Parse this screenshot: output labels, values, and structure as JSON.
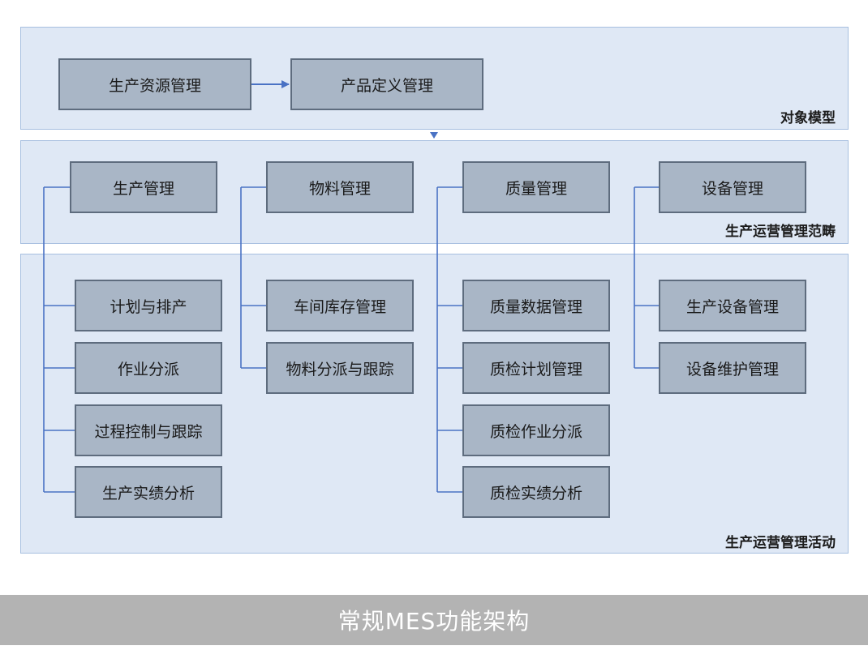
{
  "panels": {
    "object_model": {
      "label": "对象模型"
    },
    "scope": {
      "label": "生产运营管理范畴"
    },
    "activities": {
      "label": "生产运营管理活动"
    }
  },
  "top_boxes": {
    "production_resource": "生产资源管理",
    "product_definition": "产品定义管理"
  },
  "categories": [
    {
      "label": "生产管理",
      "children": [
        "计划与排产",
        "作业分派",
        "过程控制与跟踪",
        "生产实绩分析"
      ]
    },
    {
      "label": "物料管理",
      "children": [
        "车间库存管理",
        "物料分派与跟踪"
      ]
    },
    {
      "label": "质量管理",
      "children": [
        "质量数据管理",
        "质检计划管理",
        "质检作业分派",
        "质检实绩分析"
      ]
    },
    {
      "label": "设备管理",
      "children": [
        "生产设备管理",
        "设备维护管理"
      ]
    }
  ],
  "footer": {
    "caption": "常规MES功能架构"
  },
  "colors": {
    "panel": "#dfe8f5",
    "box": "#a9b6c6",
    "line": "#4a72c4",
    "footer": "#b3b3b3"
  }
}
